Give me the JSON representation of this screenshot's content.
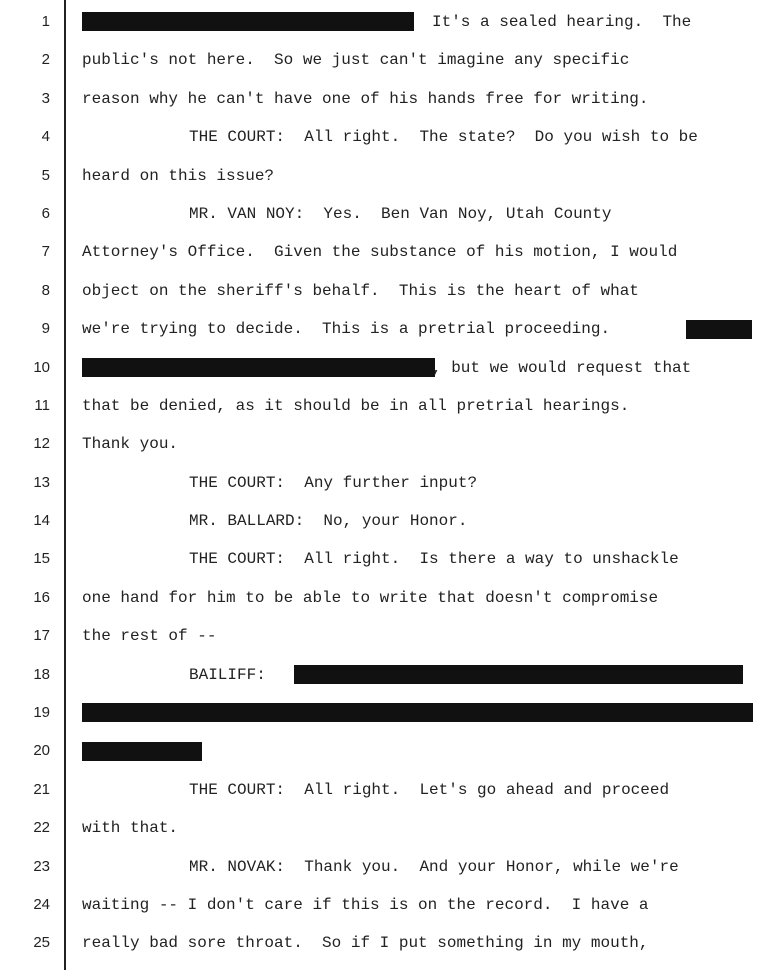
{
  "transcript": {
    "lines": [
      {
        "number": "1",
        "text": "It's a sealed hearing.  The"
      },
      {
        "number": "2",
        "text": "public's not here.  So we just can't imagine any specific"
      },
      {
        "number": "3",
        "text": "reason why he can't have one of his hands free for writing."
      },
      {
        "number": "4",
        "text": "THE COURT:  All right.  The state?  Do you wish to be"
      },
      {
        "number": "5",
        "text": "heard on this issue?"
      },
      {
        "number": "6",
        "text": "MR. VAN NOY:  Yes.  Ben Van Noy, Utah County"
      },
      {
        "number": "7",
        "text": "Attorney's Office.  Given the substance of his motion, I would"
      },
      {
        "number": "8",
        "text": "object on the sheriff's behalf.  This is the heart of what"
      },
      {
        "number": "9",
        "text": "we're trying to decide.  This is a pretrial proceeding."
      },
      {
        "number": "10",
        "text": ", but we would request that"
      },
      {
        "number": "11",
        "text": "that be denied, as it should be in all pretrial hearings."
      },
      {
        "number": "12",
        "text": "Thank you."
      },
      {
        "number": "13",
        "text": "THE COURT:  Any further input?"
      },
      {
        "number": "14",
        "text": "MR. BALLARD:  No, your Honor."
      },
      {
        "number": "15",
        "text": "THE COURT:  All right.  Is there a way to unshackle"
      },
      {
        "number": "16",
        "text": "one hand for him to be able to write that doesn't compromise"
      },
      {
        "number": "17",
        "text": "the rest of --"
      },
      {
        "number": "18",
        "text": "BAILIFF:"
      },
      {
        "number": "19",
        "text": ""
      },
      {
        "number": "20",
        "text": ""
      },
      {
        "number": "21",
        "text": "THE COURT:  All right.  Let's go ahead and proceed"
      },
      {
        "number": "22",
        "text": "with that."
      },
      {
        "number": "23",
        "text": "MR. NOVAK:  Thank you.  And your Honor, while we're"
      },
      {
        "number": "24",
        "text": "waiting -- I don't care if this is on the record.  I have a"
      },
      {
        "number": "25",
        "text": "really bad sore throat.  So if I put something in my mouth,"
      }
    ]
  }
}
